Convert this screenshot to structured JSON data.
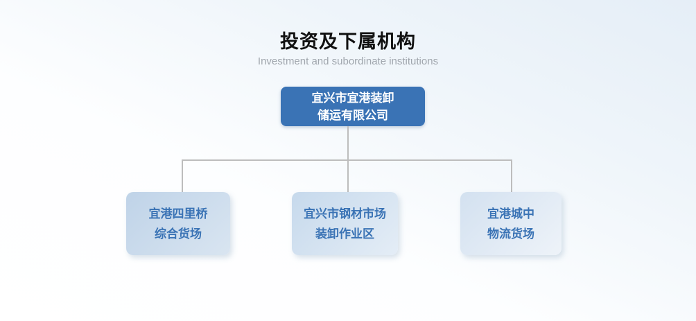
{
  "header": {
    "title": "投资及下属机构",
    "subtitle": "Investment and subordinate institutions"
  },
  "org_chart": {
    "root": {
      "name": "宜兴市宜港装卸\n储运有限公司"
    },
    "children": [
      {
        "name": "宜港四里桥\n综合货场"
      },
      {
        "name": "宜兴市钢材市场\n装卸作业区"
      },
      {
        "name": "宜港城中\n物流货场"
      }
    ]
  },
  "colors": {
    "root_box": "#3a73b5",
    "root_text": "#ffffff",
    "child_text": "#3a73b5",
    "child_box_left": "#c3d6e9",
    "child_box_middle": "#cbdcee",
    "child_box_right": "#d6e3f1",
    "connector_line": "#bdbdbd",
    "title_text": "#111111",
    "subtitle_text": "#a0a6ad",
    "background_top": "#e5eef7",
    "background_bottom": "#ffffff"
  }
}
